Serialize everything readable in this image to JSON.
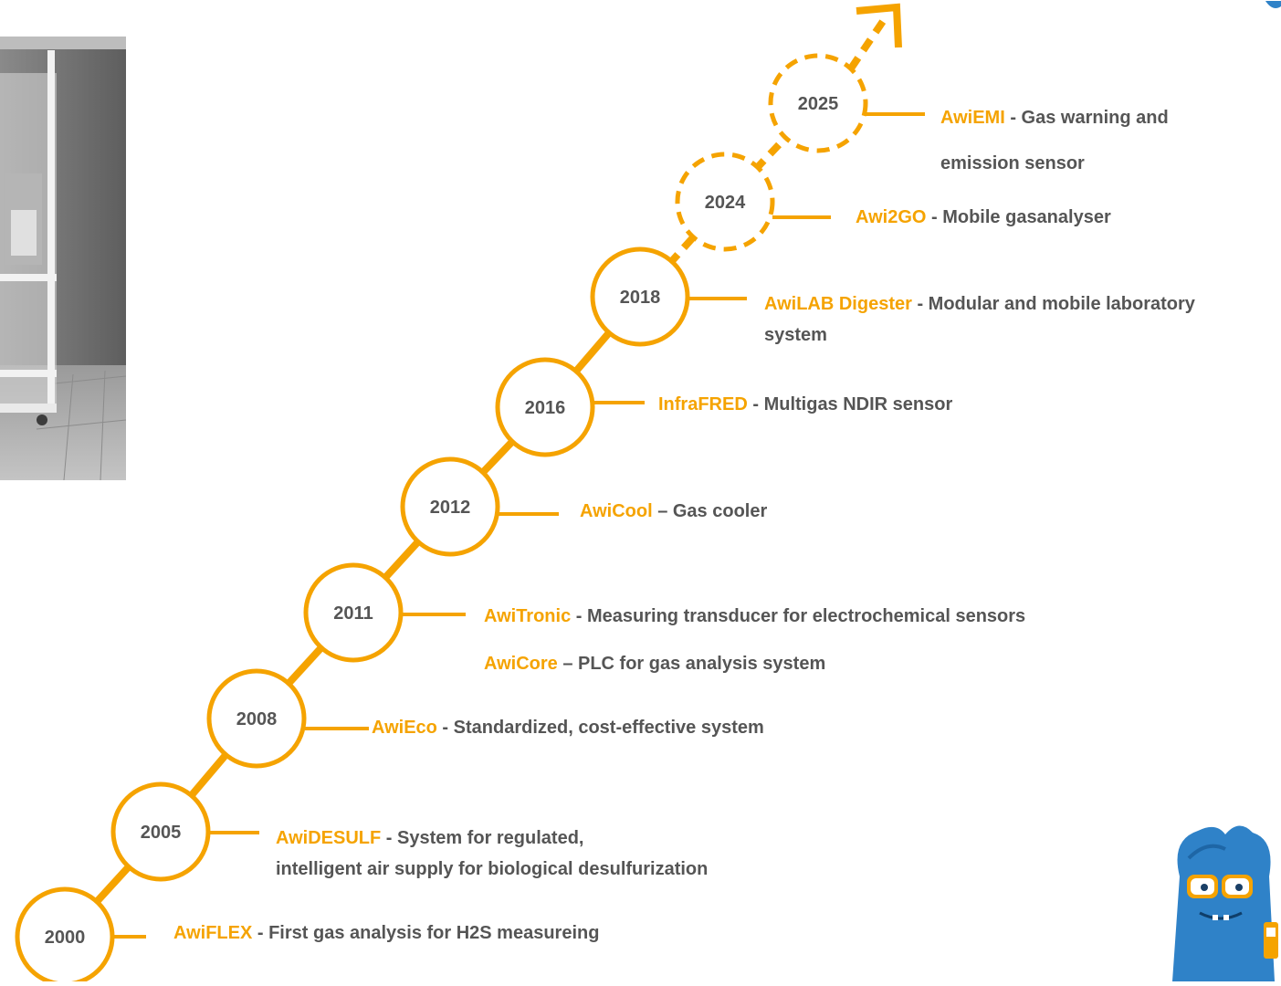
{
  "colors": {
    "accent": "#f5a300",
    "text": "#555555",
    "circle_fill": "#ffffff"
  },
  "milestones": [
    {
      "year": "2000",
      "product": "AwiFLEX",
      "sep": " - ",
      "desc": "First gas analysis for H2S measureing",
      "desc2": "",
      "planned": false
    },
    {
      "year": "2005",
      "product": "AwiDESULF",
      "sep": " - ",
      "desc": "System for regulated,",
      "desc2": "intelligent air supply for biological desulfurization",
      "planned": false
    },
    {
      "year": "2008",
      "product": "AwiEco",
      "sep": " - ",
      "desc": "Standardized, cost-effective system",
      "desc2": "",
      "planned": false
    },
    {
      "year": "2011",
      "product": "AwiTronic",
      "sep": " - ",
      "desc": "Measuring transducer for electrochemical sensors",
      "desc2": "",
      "planned": false
    },
    {
      "year": "2012",
      "product": "AwiCool",
      "sep": " – ",
      "desc": "Gas cooler",
      "desc2": "",
      "planned": false
    },
    {
      "year": "2016",
      "product": "InfraFRED",
      "sep": " - ",
      "desc": "Multigas NDIR sensor",
      "desc2": "",
      "planned": false
    },
    {
      "year": "2018",
      "product": "AwiLAB Digester",
      "sep": " - ",
      "desc": "Modular and mobile laboratory",
      "desc2": "system",
      "planned": false
    },
    {
      "year": "2024",
      "product": "Awi2GO",
      "sep": " - ",
      "desc": "Mobile gasanalyser",
      "desc2": "",
      "planned": true
    },
    {
      "year": "2025",
      "product": "AwiEMI",
      "sep": " - ",
      "desc": "Gas warning and",
      "desc2": "emission sensor",
      "planned": true
    }
  ],
  "extra_2011": {
    "product": "AwiCore",
    "sep": " – ",
    "desc": "PLC for gas analysis system"
  }
}
